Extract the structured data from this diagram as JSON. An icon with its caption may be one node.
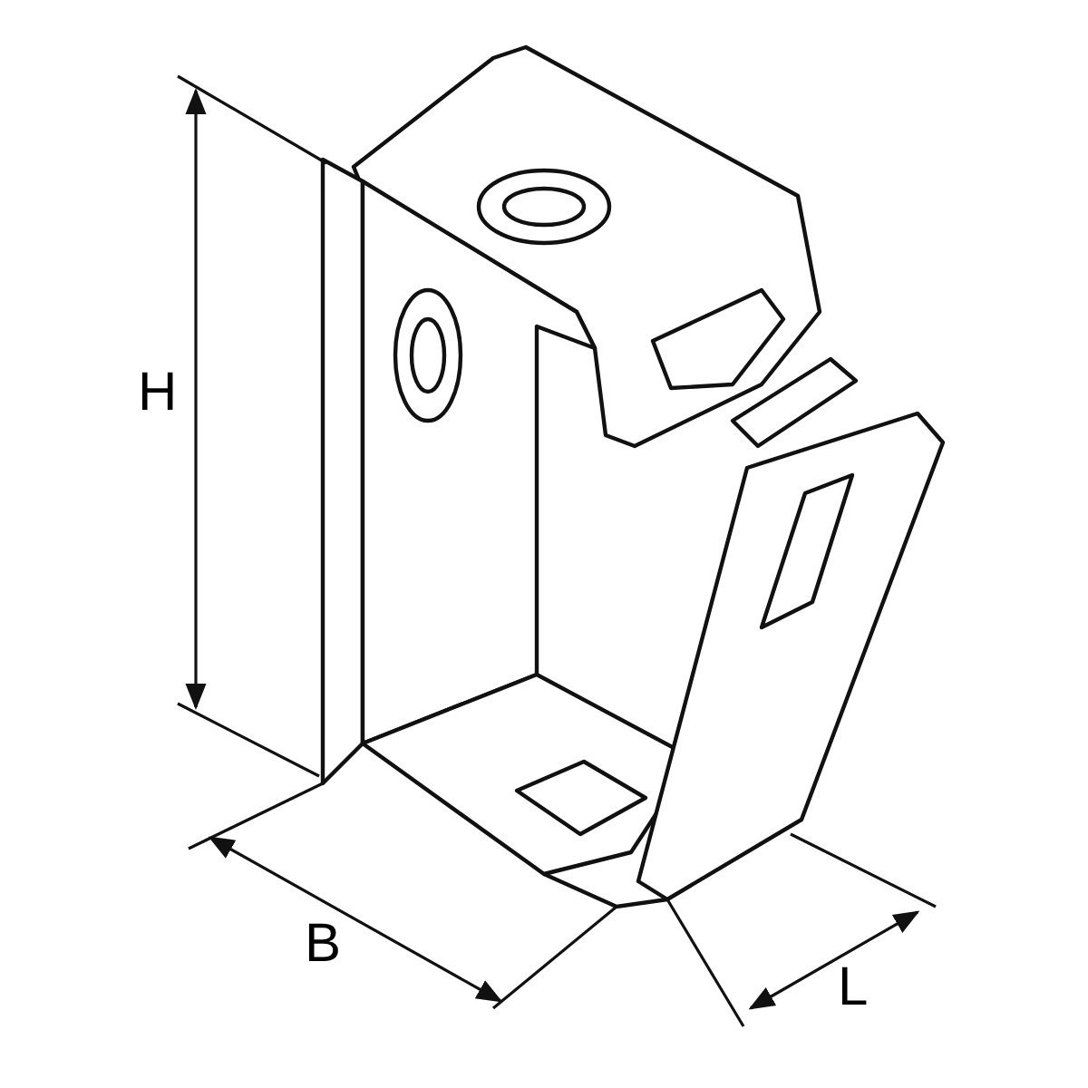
{
  "diagram": {
    "labels": [
      "H",
      "B",
      "L"
    ]
  }
}
